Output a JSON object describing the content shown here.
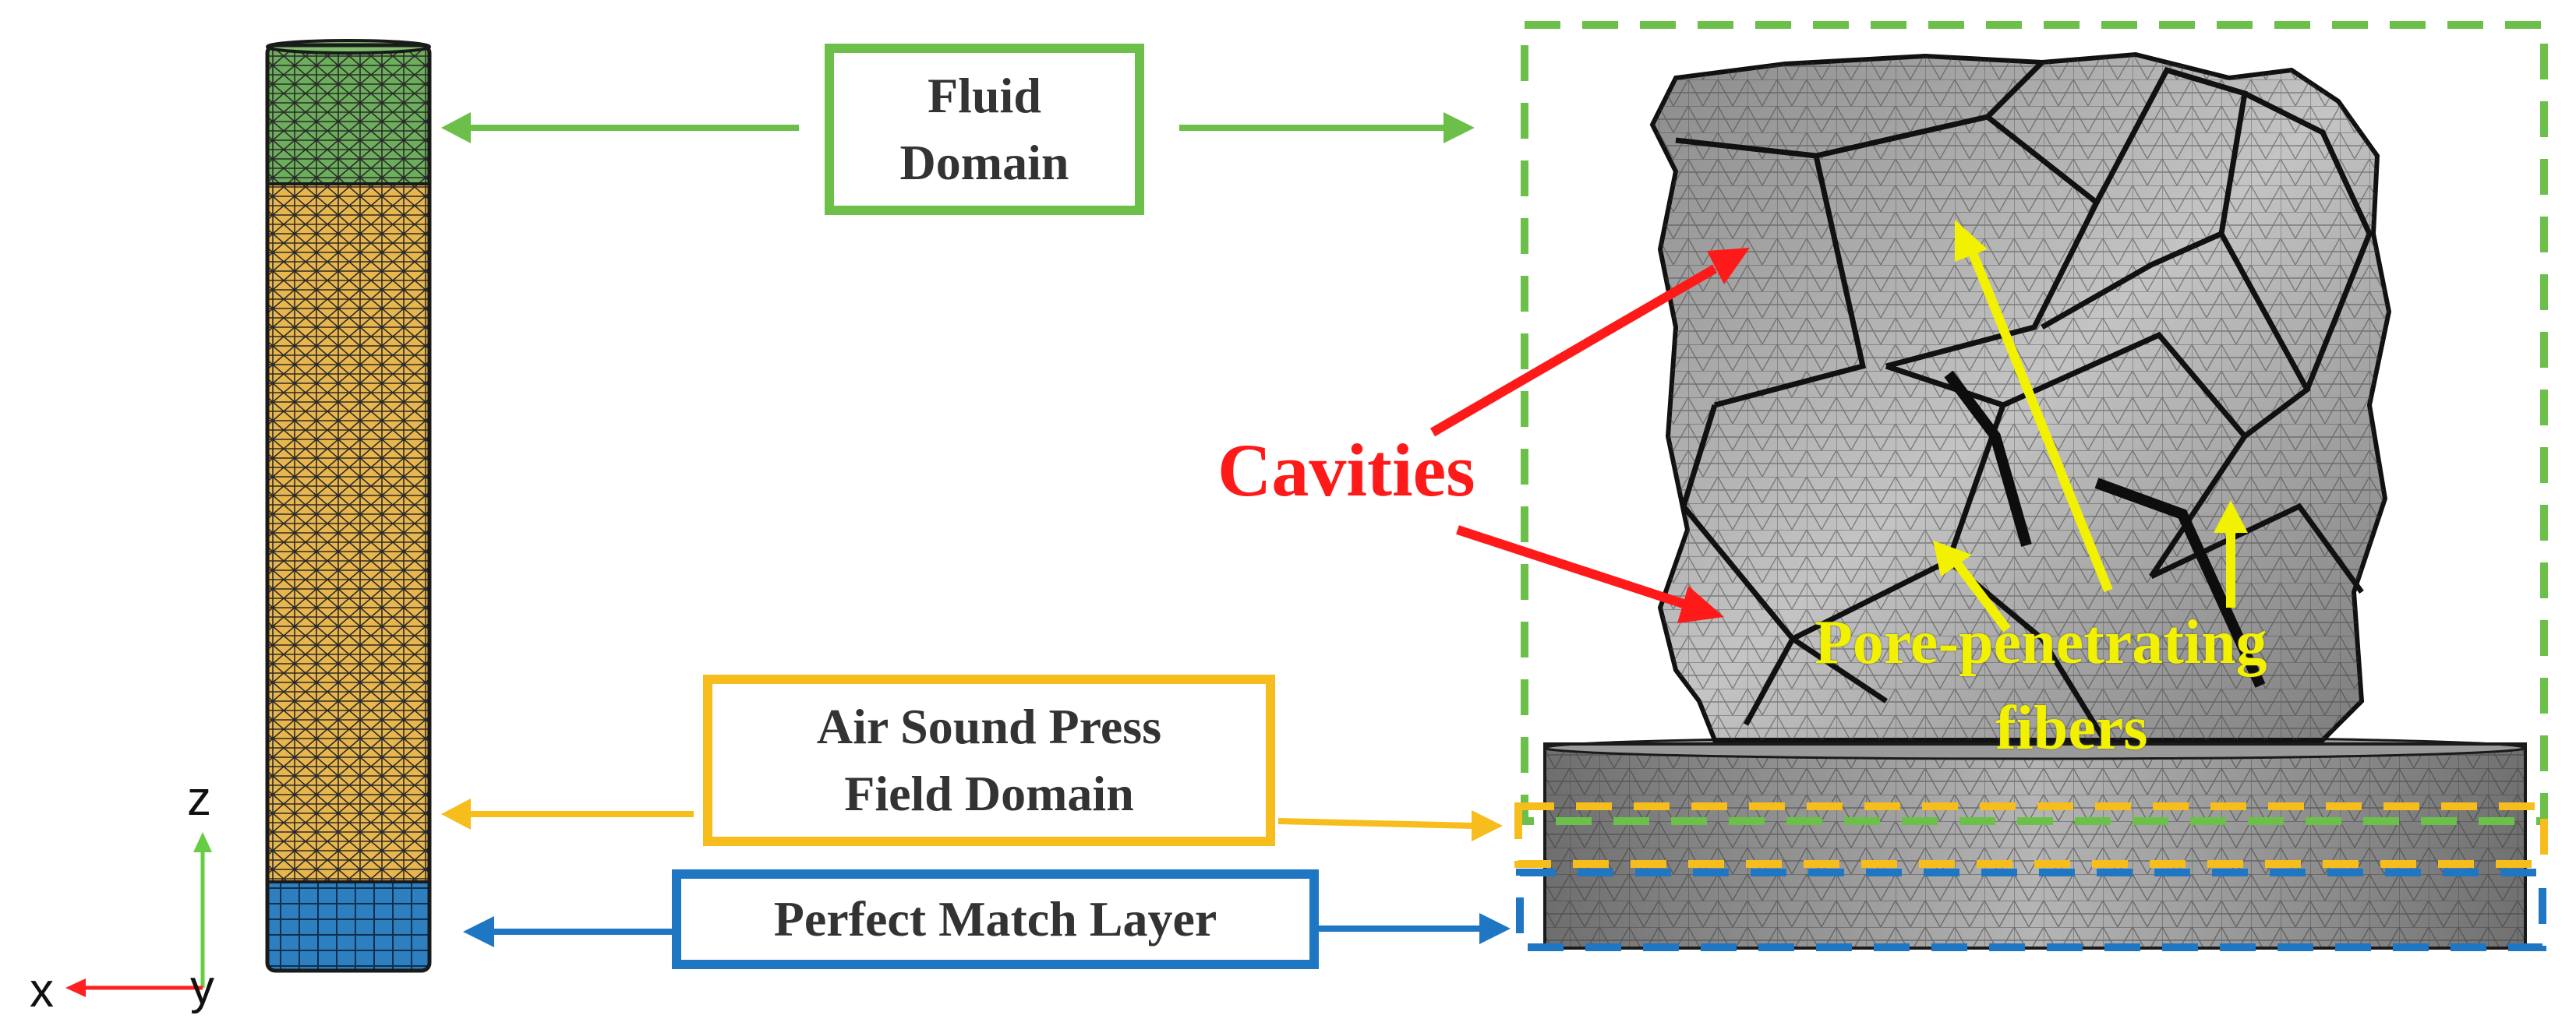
{
  "labels": {
    "fluid_line1": "Fluid",
    "fluid_line2": "Domain",
    "air_line1": "Air Sound Press",
    "air_line2": "Field Domain",
    "pml": "Perfect Match Layer",
    "cavities": "Cavities",
    "fibers_line1": "Pore-penetrating",
    "fibers_line2": "fibers"
  },
  "axes": {
    "z": "z",
    "x": "x",
    "y": "y"
  },
  "colors": {
    "fluid": "#6cc04a",
    "fluid_fill": "#6cae5c",
    "air": "#f6bd1d",
    "air_fill": "#e8b64c",
    "pml": "#1f77c4",
    "pml_fill": "#2d7fc0",
    "cavity_arrow": "#ff1a1a",
    "fiber_arrow": "#f2f200",
    "axis_x": "#ff2020",
    "axis_z": "#66cc44",
    "mesh_gray": "#9a9a9a"
  }
}
